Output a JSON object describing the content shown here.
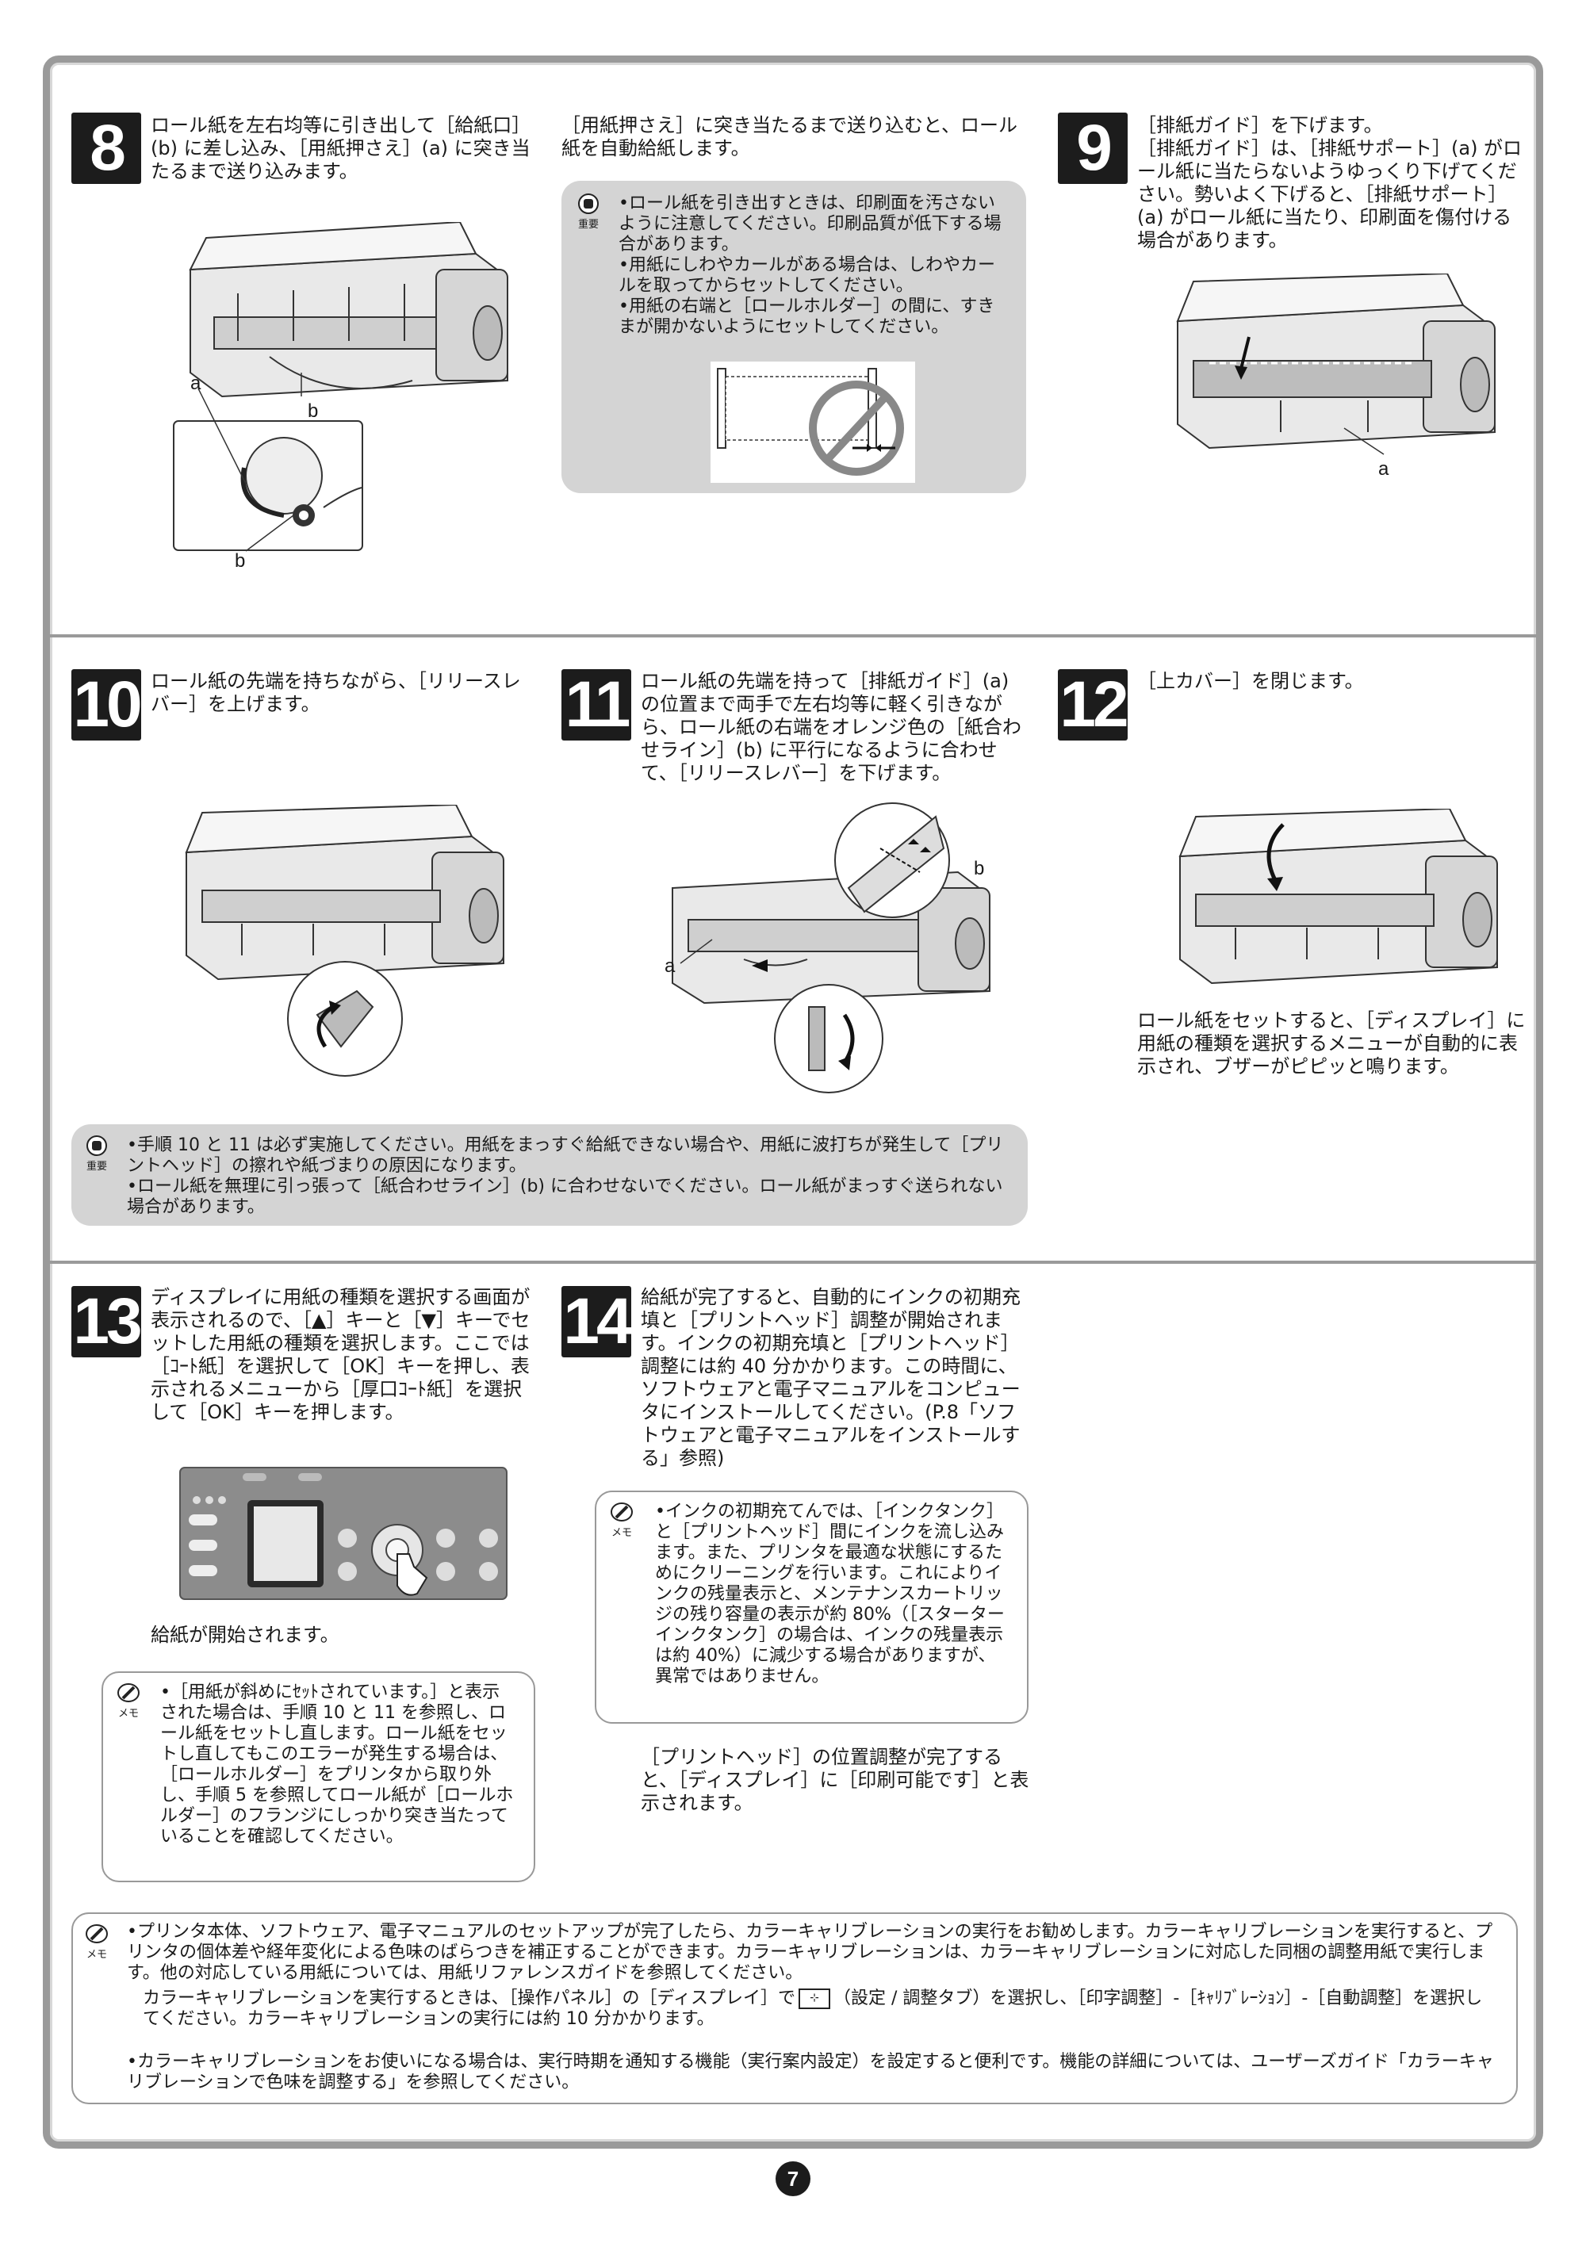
{
  "steps": {
    "s8": {
      "num": "8",
      "text": "ロール紙を左右均等に引き出して［給紙口］(b) に差し込み、［用紙押さえ］(a) に突き当たるまで送り込みます。",
      "cont": "［用紙押さえ］に突き当たるまで送り込むと、ロール紙を自動給紙します。",
      "label_a": "a",
      "label_b": "b",
      "label_b2": "b"
    },
    "s9": {
      "num": "9",
      "text": "［排紙ガイド］を下げます。\n［排紙ガイド］は、［排紙サポート］(a) がロール紙に当たらないようゆっくり下げてください。勢いよく下げると、［排紙サポート］(a) がロール紙に当たり、印刷面を傷付ける場合があります。",
      "label_a": "a"
    },
    "s10": {
      "num": "10",
      "text": "ロール紙の先端を持ちながら、［リリースレバー］を上げます。"
    },
    "s11": {
      "num": "11",
      "text": "ロール紙の先端を持って［排紙ガイド］(a) の位置まで両手で左右均等に軽く引きながら、ロール紙の右端をオレンジ色の［紙合わせライン］(b) に平行になるように合わせて、［リリースレバー］を下げます。",
      "label_a": "a",
      "label_b": "b"
    },
    "s12": {
      "num": "12",
      "text": "［上カバー］を閉じます。",
      "after": "ロール紙をセットすると、［ディスプレイ］に用紙の種類を選択するメニューが自動的に表示され、ブザーがピピッと鳴ります。"
    },
    "s13": {
      "num": "13",
      "text": "ディスプレイに用紙の種類を選択する画面が表示されるので、［▲］キーと［▼］キーでセットした用紙の種類を選択します。ここでは［ｺｰﾄ紙］を選択して［OK］キーを押し、表示されるメニューから［厚口ｺｰﾄ紙］を選択して［OK］キーを押します。",
      "after": "給紙が開始されます。"
    },
    "s14": {
      "num": "14",
      "text": "給紙が完了すると、自動的にインクの初期充填と［プリントヘッド］調整が開始されます。インクの初期充填と［プリントヘッド］調整には約 40 分かかります。この時間に、ソフトウェアと電子マニュアルをコンピュータにインストールしてください。(P.8「ソフトウェアと電子マニュアルをインストールする」参照)",
      "after": "［プリントヘッド］の位置調整が完了すると、［ディスプレイ］に［印刷可能です］と表示されます。"
    }
  },
  "badges": {
    "important": "重要",
    "memo": "メモ"
  },
  "notes": {
    "n1": [
      "•ロール紙を引き出すときは、印刷面を汚さないように注意してください。印刷品質が低下する場合があります。",
      "•用紙にしわやカールがある場合は、しわやカールを取ってからセットしてください。",
      "•用紙の右端と［ロールホルダー］の間に、すきまが開かないようにセットしてください。"
    ],
    "n2": [
      "•手順 10 と 11 は必ず実施してください。用紙をまっすぐ給紙できない場合や、用紙に波打ちが発生して［プリントヘッド］の擦れや紙づまりの原因になります。",
      "•ロール紙を無理に引っ張って［紙合わせライン］(b) に合わせないでください。ロール紙がまっすぐ送られない場合があります。"
    ]
  },
  "memos": {
    "m13": "•［用紙が斜めにｾｯﾄされています。］と表示された場合は、手順 10 と 11 を参照し、ロール紙をセットし直します。ロール紙をセットし直してもこのエラーが発生する場合は、［ロールホルダー］をプリンタから取り外し、手順 5 を参照してロール紙が［ロールホルダー］のフランジにしっかり突き当たっていることを確認してください。",
    "m14": "•インクの初期充てんでは、［インクタンク］と［プリントヘッド］間にインクを流し込みます。また、プリンタを最適な状態にするためにクリーニングを行います。これによりインクの残量表示と、メンテナンスカートリッジの残り容量の表示が約 80%（［スターターインクタンク］の場合は、インクの残量表示は約 40%）に減少する場合がありますが、異常ではありません。",
    "bottom1": "•プリンタ本体、ソフトウェア、電子マニュアルのセットアップが完了したら、カラーキャリブレーションの実行をお勧めします。カラーキャリブレーションを実行すると、プリンタの個体差や経年変化による色味のばらつきを補正することができます。カラーキャリブレーションは、カラーキャリブレーションに対応した同梱の調整用紙で実行します。他の対応している用紙については、用紙リファレンスガイドを参照してください。",
    "bottom2": "カラーキャリブレーションを実行するときは、［操作パネル］の［ディスプレイ］で",
    "bottom3": "（設定 / 調整タブ）を選択し、［印字調整］-［ｷｬﾘﾌﾞﾚｰｼｮﾝ］-［自動調整］を選択してください。カラーキャリブレーションの実行には約 10 分かかります。",
    "bottom4": "•カラーキャリブレーションをお使いになる場合は、実行時期を通知する機能（実行案内設定）を設定すると便利です。機能の詳細については、ユーザーズガイド「カラーキャリブレーションで色味を調整する」を参照してください。"
  },
  "page_number": "7"
}
